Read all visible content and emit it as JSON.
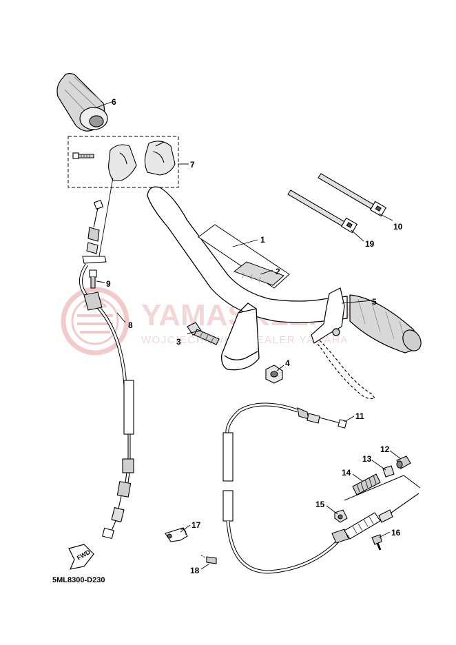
{
  "diagram": {
    "code": "5ML8300-D230",
    "fwd_label": "FWD",
    "callouts": [
      "1",
      "2",
      "3",
      "4",
      "5",
      "6",
      "7",
      "8",
      "9",
      "10",
      "11",
      "12",
      "13",
      "14",
      "15",
      "16",
      "17",
      "18",
      "19"
    ]
  },
  "watermark": {
    "brand": "YAMASKLEP.PL",
    "subtitle": "WOJCIECHOWICZ DEALER YAMAHA",
    "color": "#e8b8b8"
  },
  "colors": {
    "line": "#000000",
    "shade": "#cfcfcf",
    "dark": "#6a6a6a"
  }
}
